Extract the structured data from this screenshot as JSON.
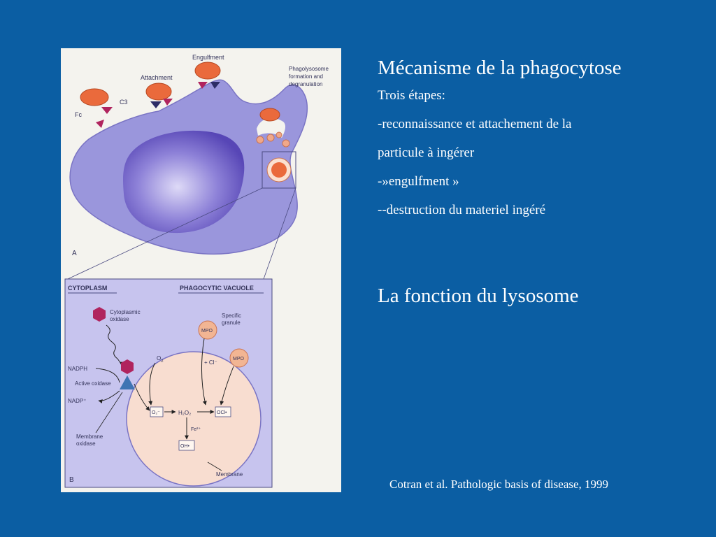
{
  "slide": {
    "title": "Mécanisme de la phagocytose",
    "lines": [
      "Trois étapes:",
      "-reconnaissance et attachement de la",
      "particule à ingérer",
      "-»engulfment »",
      "--destruction du materiel ingéré"
    ],
    "subtitle": "La fonction du lysosome",
    "citation": "Cotran et al. Pathologic basis of disease, 1999"
  },
  "figure": {
    "panel_a": {
      "letter": "A",
      "labels": {
        "engulfment": "Engulfment",
        "attachment": "Attachment",
        "c3": "C3",
        "fc": "Fc",
        "phagolysosome": [
          "Phagolysosome",
          "formation and",
          "degranulation"
        ]
      }
    },
    "panel_b": {
      "letter": "B",
      "headers": {
        "cytoplasm": "CYTOPLASM",
        "vacuole": "PHAGOCYTIC VACUOLE"
      },
      "labels": {
        "cytoplasmic_oxidase": [
          "Cytoplasmic",
          "oxidase"
        ],
        "specific_granule": [
          "Specific",
          "granule"
        ],
        "mpo_1": "MPO",
        "mpo_2": "MPO",
        "o2": "O",
        "o2_sub": "2",
        "cl": "+ Cl⁻",
        "nadph": "NADPH",
        "active_oxidase": "Active oxidase",
        "nadp": "NADP⁺",
        "o2_radical": "O₂⁻",
        "h2o2": "H₂O₂",
        "ocl": "OCl•",
        "fe": "Fe²⁺",
        "oh": "OH•",
        "membrane_oxidase": [
          "Membrane",
          "oxidase"
        ],
        "membrane": "Membrane"
      }
    }
  },
  "colors": {
    "background": "#0b5ea3",
    "cell_fill": "#9a96dc",
    "nucleus_fill": "#6e60c4",
    "particle": "#ea6a3c",
    "vacuole_fill": "#f8ddd0",
    "oxidase_hex": "#b0245e",
    "oxidase_triangle": "#3f74b3"
  }
}
